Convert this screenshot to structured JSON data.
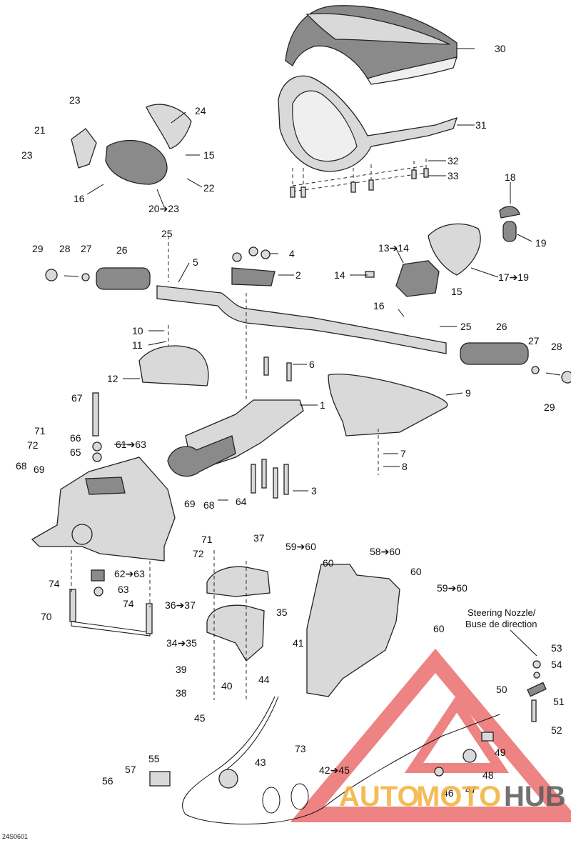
{
  "diagram": {
    "reference_code": "24S0601",
    "nozzle_label_line1": "Steering Nozzle/",
    "nozzle_label_line2": "Buse de direction",
    "callouts": {
      "c30": "30",
      "c31": "31",
      "c32": "32",
      "c33": "33",
      "c24": "24",
      "c23a": "23",
      "c21": "21",
      "c23b": "23",
      "c15a": "15",
      "c22": "22",
      "c16a": "16",
      "c20": "20➔23",
      "c18": "18",
      "c19": "19",
      "c25a": "25",
      "c5": "5",
      "c29a": "29",
      "c28a": "28",
      "c27a": "27",
      "c26a": "26",
      "c4": "4",
      "c2": "2",
      "c13": "13➔14",
      "c14": "14",
      "c15b": "15",
      "c17": "17➔19",
      "c16b": "16",
      "c25b": "25",
      "c26b": "26",
      "c27b": "27",
      "c28b": "28",
      "c29b": "29",
      "c10": "10",
      "c11": "11",
      "c12": "12",
      "c6": "6",
      "c1": "1",
      "c9": "9",
      "c67": "67",
      "c71a": "71",
      "c72a": "72",
      "c66": "66",
      "c65": "65",
      "c61": "61➔63",
      "c68a": "68",
      "c69a": "69",
      "c7": "7",
      "c8": "8",
      "c3": "3",
      "c64": "64",
      "c69b": "69",
      "c68b": "68",
      "c71b": "71",
      "c72b": "72",
      "c37": "37",
      "c59a": "59➔60",
      "c60a": "60",
      "c58": "58➔60",
      "c60b": "60",
      "c59b": "59➔60",
      "c62": "62➔63",
      "c74a": "74",
      "c63": "63",
      "c74b": "74",
      "c36": "36➔37",
      "c70": "70",
      "c35": "35",
      "c34": "34➔35",
      "c60c": "60",
      "c41": "41",
      "c39": "39",
      "c40": "40",
      "c44": "44",
      "c38": "38",
      "c53": "53",
      "c54": "54",
      "c50": "50",
      "c51": "51",
      "c52": "52",
      "c45": "45",
      "c43": "43",
      "c73": "73",
      "c55": "55",
      "c57": "57",
      "c56": "56",
      "c42": "42➔45",
      "c49": "49",
      "c48": "48",
      "c47": "47",
      "c46": "46"
    }
  },
  "watermark": {
    "word_a": "AUTO",
    "word_b": "MOTO",
    "word_c": "HUB",
    "colors": {
      "triangle": "#e85a5a",
      "auto": "#f3b13a",
      "moto": "#f3b13a",
      "hub": "#5a5a5a"
    }
  }
}
